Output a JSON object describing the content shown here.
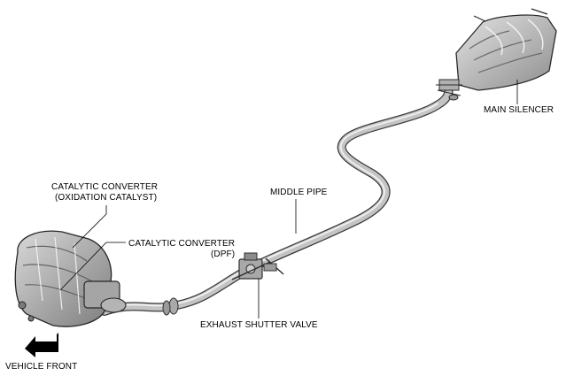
{
  "labels": {
    "catalytic_oxidation": [
      "CATALYTIC CONVERTER",
      "(OXIDATION CATALYST)"
    ],
    "catalytic_dpf": [
      "CATALYTIC CONVERTER",
      "(DPF)"
    ],
    "middle_pipe": "MIDDLE PIPE",
    "main_silencer": "MAIN SILENCER",
    "exhaust_shutter_valve": "EXHAUST SHUTTER VALVE",
    "vehicle_front": "VEHICLE FRONT"
  },
  "colors": {
    "pipe_body": "#c4c4c4",
    "pipe_edge": "#3a3a3a",
    "pipe_highlight": "#eeeeee",
    "silencer_body": "#bdbdbd",
    "arrow_fill": "#000000"
  }
}
